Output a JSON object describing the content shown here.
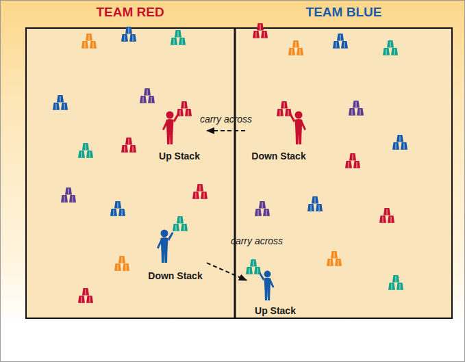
{
  "diagram": {
    "nodes": [
      {
        "text": [
          "TEAM RED"
        ]
      },
      {
        "text": [
          "TEAM BLUE"
        ]
      },
      {
        "text": [
          "Up Stack"
        ],
        "in": 0
      },
      {
        "text": [
          "Down Stack"
        ],
        "in": 1
      },
      {
        "text": [
          "Down Stack"
        ],
        "in": 0
      },
      {
        "text": [
          "Up Stack"
        ],
        "in": 1
      }
    ],
    "edges": [
      {
        "from": 3,
        "to": 2,
        "arrow": "to",
        "label": "carry across"
      },
      {
        "from": 4,
        "to": 5,
        "arrow": "to",
        "label": "carry across"
      }
    ]
  }
}
